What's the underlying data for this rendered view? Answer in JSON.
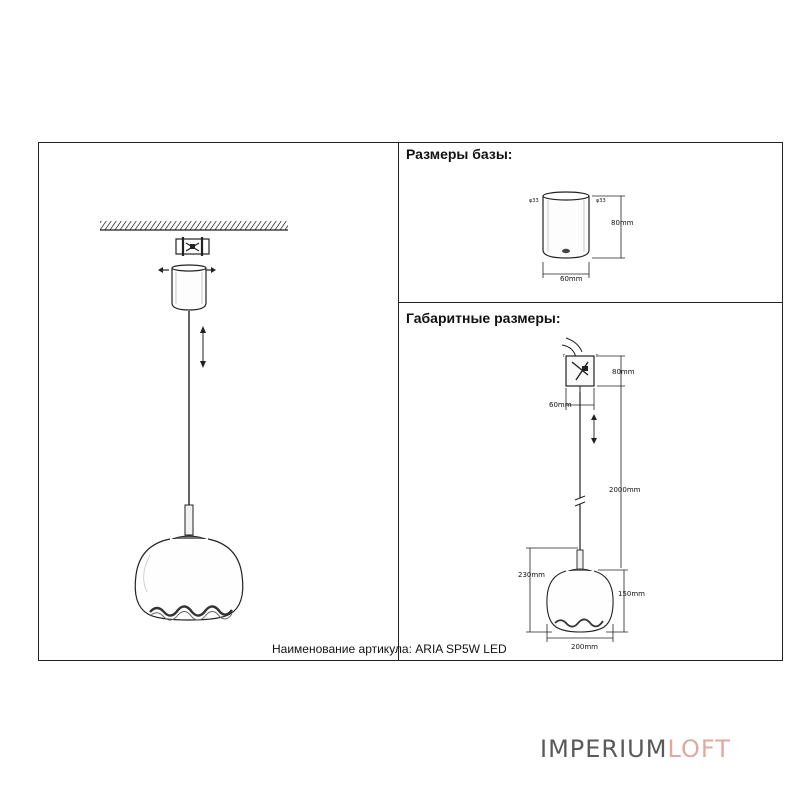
{
  "base_section": {
    "heading": "Размеры базы:",
    "height_label": "80mm",
    "width_label": "60mm"
  },
  "overall_section": {
    "heading": "Габаритные размеры:",
    "canopy_height_label": "80mm",
    "canopy_width_label": "60mm",
    "cord_length_label": "2000mm",
    "total_height_label": "230mm",
    "shade_height_label": "150mm",
    "shade_width_label": "200mm"
  },
  "article": {
    "text": "Наименование артикула: ARIA SP5W LED"
  },
  "brand": {
    "part1": "IMPERIUM",
    "part2": "LOFT",
    "color_dark": "#5a5a5a",
    "color_accent": "#e0a9a0"
  }
}
